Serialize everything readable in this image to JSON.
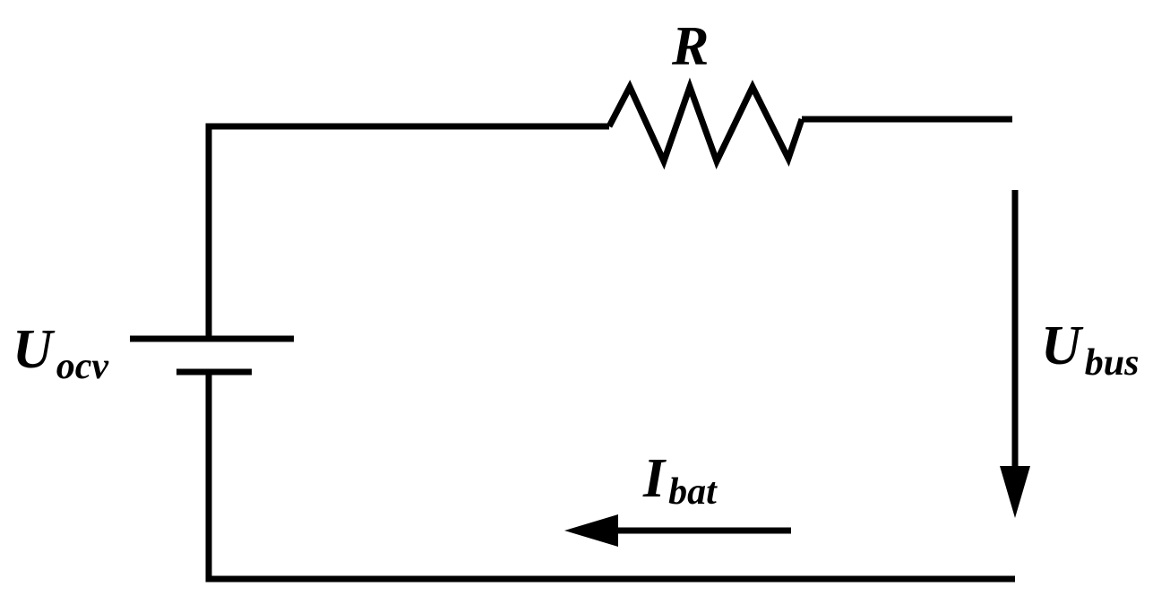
{
  "labels": {
    "resistor": "R",
    "open_circuit_voltage": {
      "main": "U",
      "subscript": "ocv"
    },
    "bus_voltage": {
      "main": "U",
      "subscript": "bus"
    },
    "battery_current": {
      "main": "I",
      "subscript": "bat"
    }
  },
  "colors": {
    "stroke": "#000000",
    "background": "#ffffff"
  }
}
